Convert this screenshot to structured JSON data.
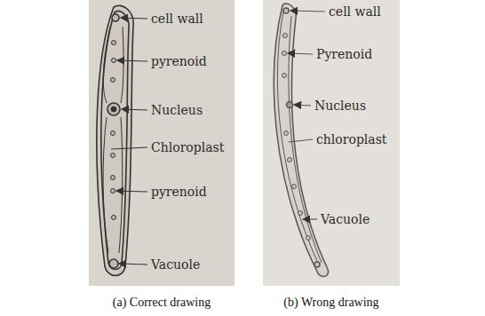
{
  "diagram": {
    "labels": [
      "cell wall",
      "pyrenoid",
      "Nucleus",
      "Chloroplast",
      "pyrenoid",
      "Vacuole",
      "cell wall",
      "Pyrenoid",
      "Nucleus",
      "chloroplast",
      "Vacuole",
      "(a) Correct drawing",
      "(b) Wrong drawing"
    ]
  }
}
